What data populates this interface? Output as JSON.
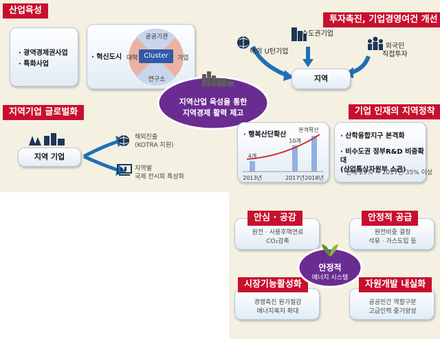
{
  "industry": {
    "title": "산업육성",
    "items": [
      "· 광역경제권사업",
      "· 특화사업"
    ],
    "city_label": "· 혁신도시",
    "cluster": {
      "top": "공공기관",
      "left": "대학",
      "center": "Cluster",
      "right": "기업",
      "bottom": "연구소"
    }
  },
  "investment": {
    "title": "투자촉진, 기업경영여건 개선",
    "sources": [
      "해외 U턴기업",
      "수도권기업",
      "외국인\n직접투자"
    ],
    "target": "지역"
  },
  "center_goal": {
    "line1": "지역산업 육성을 통한",
    "line2": "지역경제 활력 제고"
  },
  "global": {
    "title": "지역기업 글로벌화",
    "company": "지역 기업",
    "outputs": [
      "해외진출\n(KOTRA 지원)",
      "지역별\n국제 전시회 특성화"
    ]
  },
  "talent": {
    "title": "기업 인재의 지역정착",
    "chart_title": "· 행복산단확산",
    "items": [
      "· 산학융합지구 본격화",
      "· 비수도권 정부R&D 비중확대\n  (산업통상자원부 소관)",
      "현재 29% → 2017년 35% 이상"
    ]
  },
  "chart_data": {
    "type": "bar",
    "title": "· 행복산단확산",
    "categories": [
      "2013년",
      "2017년",
      "2018년"
    ],
    "values": [
      4,
      10,
      null
    ],
    "data_labels": [
      "4개",
      "10개",
      "본격확산"
    ],
    "colors": {
      "bar": "#8fb2e0",
      "trend": "#d0313a"
    }
  },
  "energy": {
    "center": {
      "line1": "안정적",
      "line2": "에너지 시스템"
    },
    "quadrants": [
      {
        "title": "안심 · 공감",
        "desc": [
          "원전 · 사용후핵연료",
          "CO₂감축"
        ]
      },
      {
        "title": "안정적 공급",
        "desc": [
          "원전비중 결정",
          "석유 · 가스도입 등"
        ]
      },
      {
        "title": "시장기능활성화",
        "desc": [
          "경쟁촉진 원가절감",
          "에너지복지 확대"
        ]
      },
      {
        "title": "자원개발 내실화",
        "desc": [
          "공공민간 역할구분",
          "고급인력 중기양성"
        ]
      }
    ]
  },
  "colors": {
    "accent_red": "#c8102e",
    "purple": "#6a2c91",
    "arrow_blue": "#1f6fb5"
  }
}
